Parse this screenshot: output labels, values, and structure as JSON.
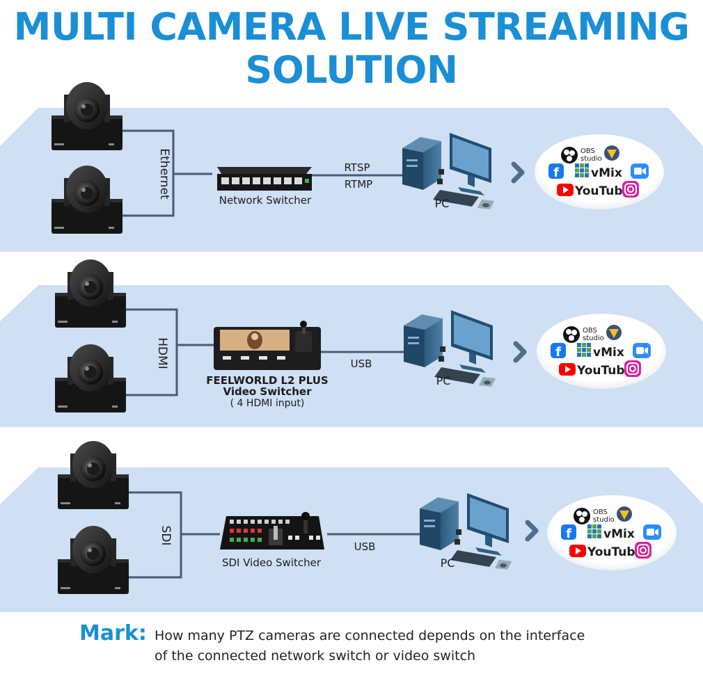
{
  "title": {
    "line1": "MULTI CAMERA LIVE STREAMING",
    "line2": "SOLUTION"
  },
  "rows": [
    {
      "interface_label": "Ethernet",
      "device_label": "Network Switcher",
      "device_label_2": "",
      "device_label_3": "",
      "link_label_1": "RTSP",
      "link_label_2": "RTMP",
      "pc_label": "PC",
      "device_icon": "network-switch-icon"
    },
    {
      "interface_label": "HDMI",
      "device_label": "FEELWORLD L2 PLUS",
      "device_label_2": "Video Switcher",
      "device_label_3": "( 4 HDMI input)",
      "link_label_1": "USB",
      "link_label_2": "",
      "pc_label": "PC",
      "device_icon": "hdmi-video-switcher-icon"
    },
    {
      "interface_label": "SDI",
      "device_label": "SDI Video Switcher",
      "device_label_2": "",
      "device_label_3": "",
      "link_label_1": "USB",
      "link_label_2": "",
      "pc_label": "PC",
      "device_icon": "sdi-video-switcher-icon"
    }
  ],
  "platforms": {
    "obs": "OBS",
    "obs_sub": "studio",
    "vmix": "vMix",
    "youtube": "YouTube",
    "icons": [
      "obs-studio-icon",
      "wirecast-icon",
      "facebook-icon",
      "vmix-icon",
      "zoom-icon",
      "youtube-icon",
      "instagram-icon"
    ]
  },
  "mark": {
    "label": "Mark:",
    "line1": "How many PTZ cameras are connected depends on the interface",
    "line2": "of the connected network switch or video switch"
  },
  "colors": {
    "accent": "#1a8fd6",
    "band": "#cfdff4",
    "line": "#4a5a78",
    "arrow": "#4d6f8f"
  }
}
